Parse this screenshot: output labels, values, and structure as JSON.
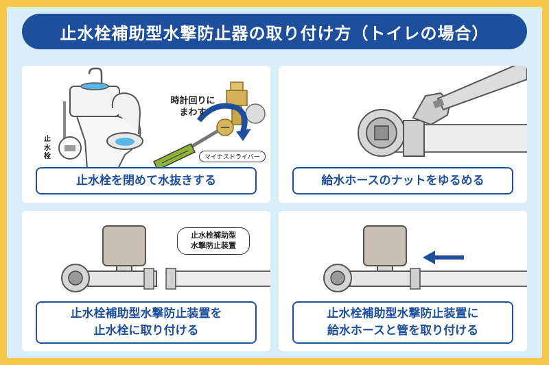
{
  "title": "止水栓補助型水撃防止器の取り付け方（トイレの場合）",
  "steps": [
    {
      "caption_lines": [
        "止水栓を閉めて水抜きする"
      ],
      "labels": {
        "turn_line1": "時計回りに",
        "turn_line2": "まわす",
        "driver": "マイナスドライバー",
        "stop_valve": "止水栓"
      }
    },
    {
      "caption_lines": [
        "給水ホースのナットをゆるめる"
      ]
    },
    {
      "caption_lines": [
        "止水栓補助型水撃防止装置を",
        "止水栓に取り付ける"
      ],
      "labels": {
        "device_line1": "止水栓補助型",
        "device_line2": "水撃防止装置"
      }
    },
    {
      "caption_lines": [
        "止水栓補助型水撃防止装置に",
        "給水ホースと管を取り付ける"
      ]
    }
  ],
  "colors": {
    "border": "#f6c94a",
    "background": "#d9eefb",
    "accent": "#1d4f9c",
    "pipe": "#eeeeee",
    "device": "#c9bfb2",
    "arrow": "#1d4f9c"
  },
  "icons": [
    "toilet-icon",
    "stop-valve-icon",
    "screwdriver-icon",
    "rotate-arrow-icon",
    "wrench-icon",
    "pipe-icon",
    "device-icon",
    "arrow-left-icon"
  ]
}
